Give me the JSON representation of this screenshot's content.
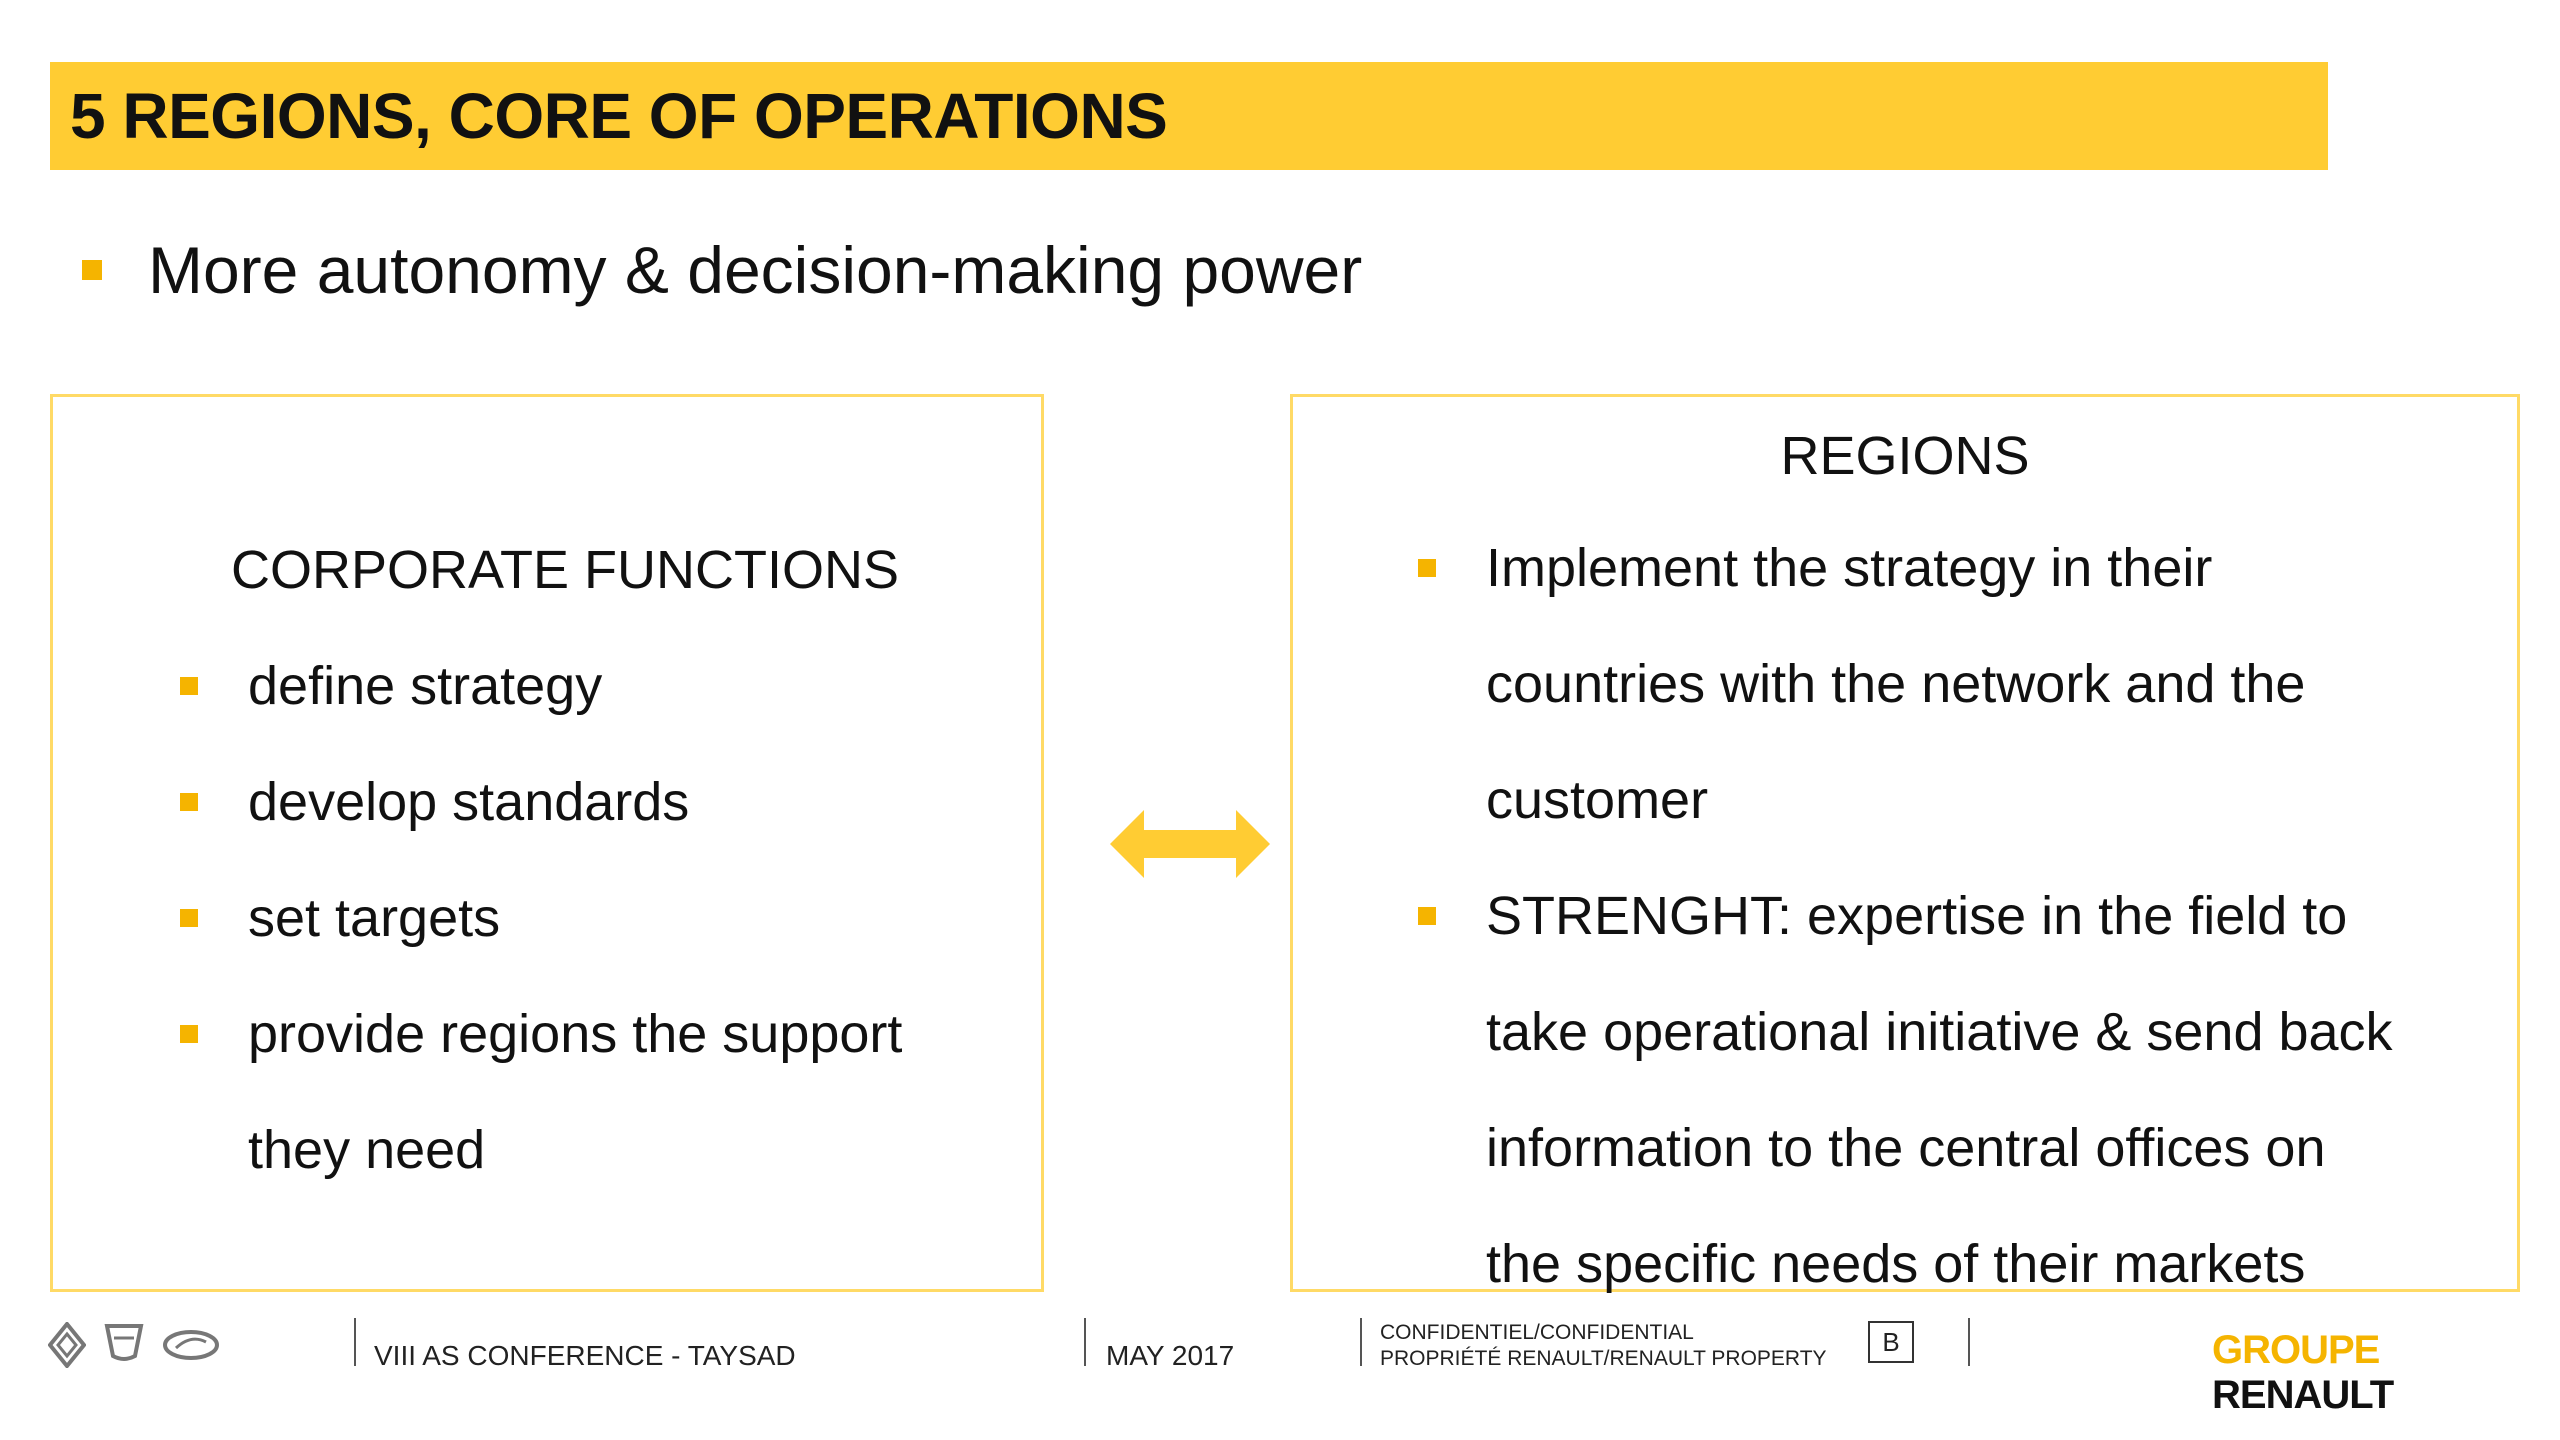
{
  "slide": {
    "title": "5 REGIONS, CORE OF OPERATIONS",
    "main_bullet": "More autonomy & decision-making power"
  },
  "left_box": {
    "heading": "CORPORATE FUNCTIONS",
    "lines": [
      {
        "text": "define strategy",
        "bullet": true
      },
      {
        "text": "develop standards",
        "bullet": true
      },
      {
        "text": "set targets",
        "bullet": true
      },
      {
        "text": "provide regions the support",
        "bullet": true
      },
      {
        "text": "they need",
        "bullet": false
      }
    ]
  },
  "right_box": {
    "heading": "REGIONS",
    "lines": [
      {
        "text": "Implement the strategy in their",
        "bullet": true
      },
      {
        "text": "countries with the network and the",
        "bullet": false
      },
      {
        "text": "customer",
        "bullet": false
      },
      {
        "text": "STRENGHT: expertise in the field to",
        "bullet": true
      },
      {
        "text": "take operational initiative & send back",
        "bullet": false
      },
      {
        "text": "information to the central offices on",
        "bullet": false
      },
      {
        "text": "the specific needs of their markets",
        "bullet": false
      }
    ]
  },
  "footer": {
    "conference": "VIII AS CONFERENCE - TAYSAD",
    "date": "MAY 2017",
    "confidential_line1": "CONFIDENTIEL/CONFIDENTIAL",
    "confidential_line2": "PROPRIÉTÉ RENAULT/RENAULT PROPERTY",
    "classification": "B",
    "brand_part1": "GROUPE",
    "brand_part2": "RENAULT"
  },
  "colors": {
    "title_bar": "#FFCC33",
    "bullet": "#F5B400",
    "box_border": "#FFDA66",
    "arrow": "#FFCC33"
  },
  "icons": [
    "renault-logo-icon",
    "dacia-logo-icon",
    "lada-logo-icon",
    "double-arrow-icon"
  ]
}
